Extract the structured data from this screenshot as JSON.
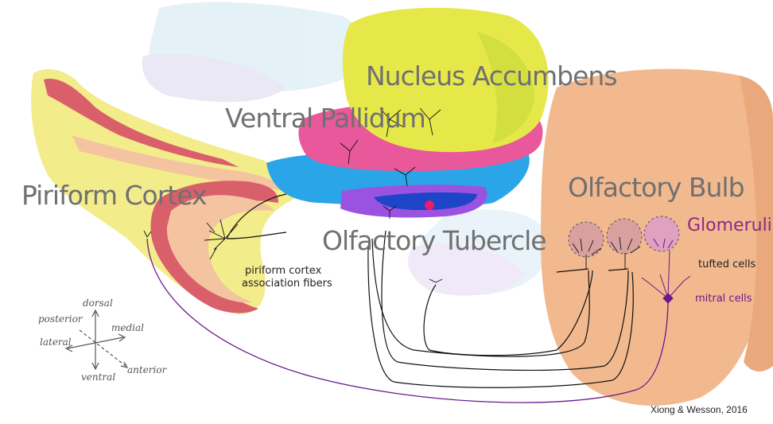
{
  "labels": {
    "nucleus_accumbens": "Nucleus Accumbens",
    "ventral_pallidum": "Ventral Pallidum",
    "piriform_cortex": "Piriform Cortex",
    "olfactory_bulb": "Olfactory Bulb",
    "olfactory_tubercle": "Olfactory Tubercle",
    "glomeruli": "Glomeruli",
    "tufted_cells": "tufted cells",
    "mitral_cells": "mitral cells",
    "association_fibers_line1": "piriform cortex",
    "association_fibers_line2": "association fibers"
  },
  "orientation": {
    "dorsal": "dorsal",
    "ventral": "ventral",
    "posterior": "posterior",
    "lateral": "lateral",
    "medial": "medial",
    "anterior": "anterior"
  },
  "credit": "Xiong & Wesson, 2016",
  "colors": {
    "bulb": "#f2b98f",
    "piriform_yellow": "#f3ec8a",
    "piriform_red": "#d9606a",
    "accumbens": "#e6e84a",
    "pallidum": "#e8589a",
    "tubercle_blue": "#2aa6e8",
    "tubercle_purple": "#9a52e0",
    "mitral_purple": "#6a1a8a",
    "glomeruli_purple": "#c070c0"
  }
}
